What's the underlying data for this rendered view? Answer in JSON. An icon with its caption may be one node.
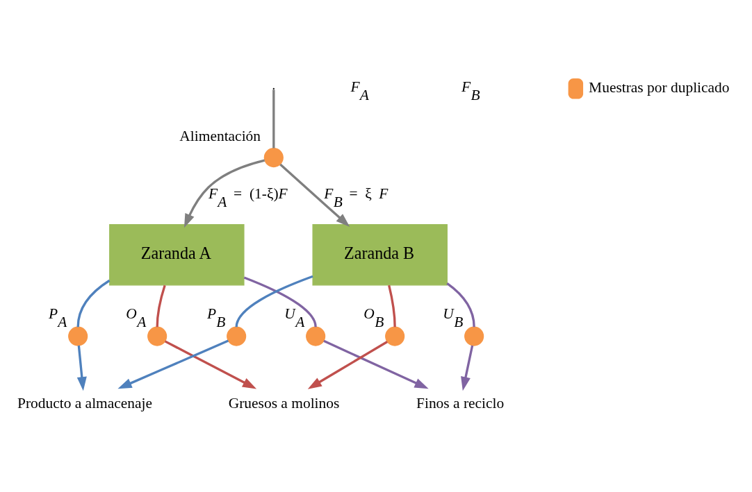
{
  "diagram": {
    "nodes": [
      {
        "text": [],
        "shape": "circle",
        "beside": [
          "Alimentación"
        ]
      },
      {
        "text": [
          "Zaranda A"
        ]
      },
      {
        "text": [
          "Zaranda B"
        ]
      },
      {
        "text": [],
        "shape": "circle",
        "beside": [
          "*O*$_{A}$"
        ]
      },
      {
        "text": [],
        "shape": "circle",
        "beside": [
          "*P*$_{A}$"
        ]
      },
      {
        "text": [],
        "shape": "circle",
        "beside": [
          "*U*$_{A}$"
        ]
      },
      {
        "text": [],
        "shape": "circle",
        "beside": [
          "*U*$_{B}$"
        ]
      },
      {
        "text": [],
        "shape": "circle",
        "beside": [
          "*O*$_{B}$"
        ]
      },
      {
        "text": [],
        "shape": "circle",
        "beside": [
          "*P*$_{B}$"
        ]
      },
      {
        "text": [
          "Producto a almacenaje"
        ]
      },
      {
        "text": [
          "Gruesos a molinos"
        ]
      },
      {
        "text": [
          "Finos a reciclo"
        ]
      }
    ],
    "edges": [
      {
        "from": null,
        "to": 0,
        "arrow": "none",
        "color": "#7f7f7f"
      },
      {
        "from": 0,
        "to": 1,
        "arrow": "to",
        "label": "*F*$_{A}$ = (1-ξ)*F*",
        "color": "#7f7f7f"
      },
      {
        "from": 0,
        "to": 2,
        "arrow": "to",
        "label": "*F*$_{B}$ = ξ *F*",
        "color": "#7f7f7f"
      },
      {
        "from": 1,
        "to": 3,
        "arrow": "none",
        "color": "#c0504d"
      },
      {
        "from": 1,
        "to": 4,
        "arrow": "none",
        "color": "#4f81bd"
      },
      {
        "from": 1,
        "to": 5,
        "arrow": "none",
        "color": "#8064a2"
      },
      {
        "from": 2,
        "to": 6,
        "arrow": "none",
        "color": "#8064a2"
      },
      {
        "from": 2,
        "to": 7,
        "arrow": "none",
        "color": "#c0504d"
      },
      {
        "from": 2,
        "to": 8,
        "arrow": "none",
        "color": "#4f81bd"
      },
      {
        "from": 3,
        "to": 10,
        "arrow": "to",
        "color": "#c0504d"
      },
      {
        "from": 4,
        "to": 9,
        "arrow": "to",
        "color": "#4f81bd"
      },
      {
        "from": 5,
        "to": 11,
        "arrow": "to",
        "color": "#8064a2"
      },
      {
        "from": 6,
        "to": 11,
        "arrow": "to",
        "color": "#8064a2"
      },
      {
        "from": 7,
        "to": 10,
        "arrow": "to",
        "color": "#c0504d"
      },
      {
        "from": 8,
        "to": 9,
        "arrow": "to",
        "color": "#4f81bd"
      }
    ],
    "labels": [
      "*F*$_{A}$",
      "*F*$_{B}$"
    ],
    "legend": [
      {
        "text": "Muestras por duplicado",
        "color": "#f79646"
      }
    ]
  }
}
